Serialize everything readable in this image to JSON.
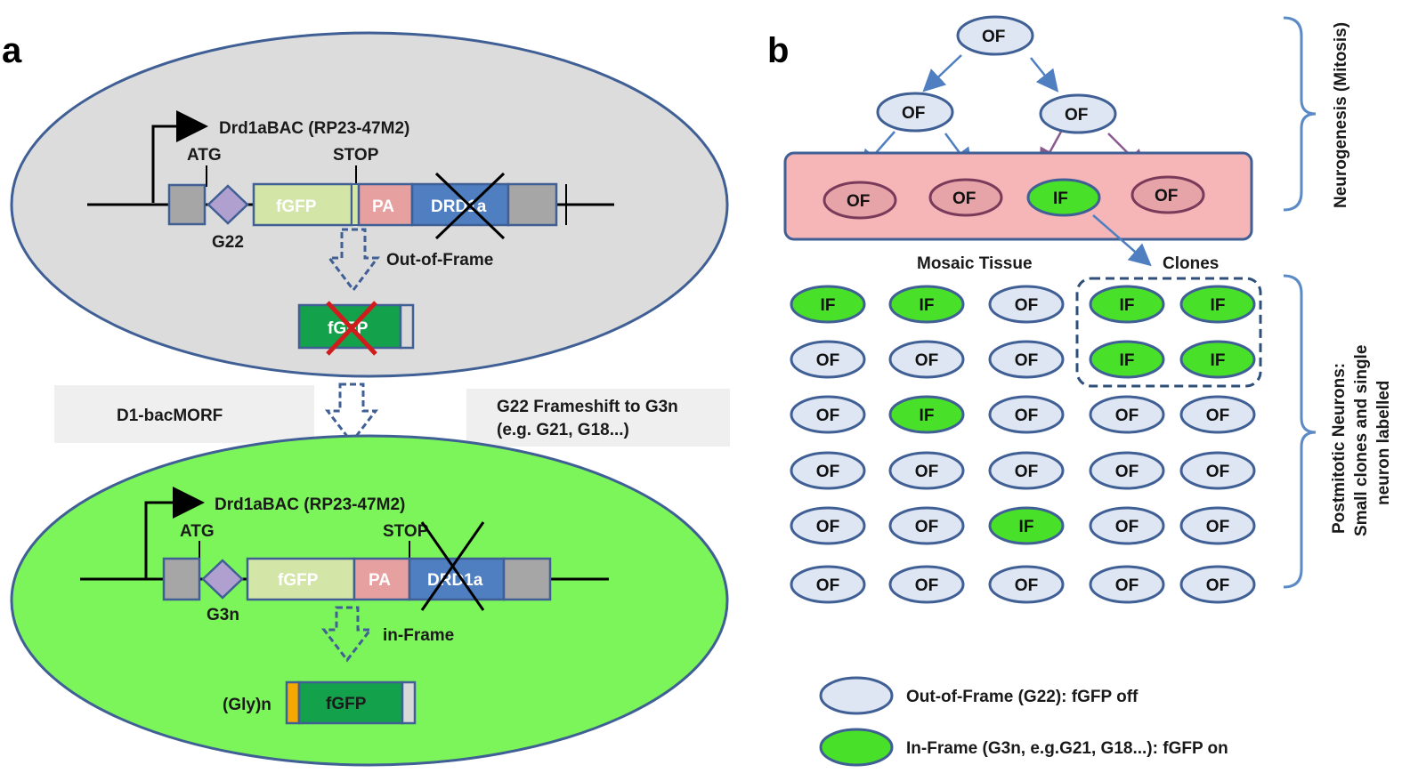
{
  "panel_a": {
    "label": "a",
    "top_cell": {
      "promoter_label": "Drd1aBAC (RP23-47M2)",
      "atg": "ATG",
      "stop": "STOP",
      "repeat": "G22",
      "fgfp": "fGFP",
      "pa": "PA",
      "drd1a": "DRD1a",
      "note": "Out-of-Frame",
      "product": "fGFP"
    },
    "middle": {
      "left_label": "D1-bacMORF",
      "right_label_line1": "G22 Frameshift to G3n",
      "right_label_line2": "(e.g. G21, G18...)"
    },
    "bottom_cell": {
      "promoter_label": "Drd1aBAC (RP23-47M2)",
      "atg": "ATG",
      "stop": "STOP",
      "repeat": "G3n",
      "fgfp": "fGFP",
      "pa": "PA",
      "drd1a": "DRD1a",
      "note": "in-Frame",
      "product_prefix": "(Gly)n",
      "product": "fGFP"
    }
  },
  "panel_b": {
    "label": "b",
    "tree": {
      "root": "OF",
      "level1": [
        "OF",
        "OF"
      ],
      "level2": [
        "OF",
        "OF",
        "IF",
        "OF"
      ]
    },
    "mosaic_label": "Mosaic Tissue",
    "clones_label": "Clones",
    "grid": [
      [
        "IF",
        "IF",
        "OF",
        "IF",
        "IF"
      ],
      [
        "OF",
        "OF",
        "OF",
        "IF",
        "IF"
      ],
      [
        "OF",
        "IF",
        "OF",
        "OF",
        "OF"
      ],
      [
        "OF",
        "OF",
        "OF",
        "OF",
        "OF"
      ],
      [
        "OF",
        "OF",
        "IF",
        "OF",
        "OF"
      ],
      [
        "OF",
        "OF",
        "OF",
        "OF",
        "OF"
      ]
    ],
    "bracket_top_label": "Neurogenesis (Mitosis)",
    "bracket_bottom_lines": [
      "Postmitotic Neurons:",
      "Small clones and single",
      "neuron labelled"
    ],
    "legend": [
      {
        "label": "Out-of-Frame (G22): fGFP off",
        "type": "OF"
      },
      {
        "label": "In-Frame (G3n, e.g.G21, G18...): fGFP on",
        "type": "IF"
      }
    ]
  },
  "colors": {
    "top_cell_fill": "#dcdcdc",
    "bottom_cell_fill": "#7cf55a",
    "cell_border": "#3f5f95",
    "fgfp_light": "#d4e5a8",
    "fgfp_dark": "#14a14b",
    "pa": "#e6a0a0",
    "drd1a": "#4f7fc1",
    "grey_box": "#a6a6a6",
    "repeat": "#b0a0cf",
    "of_fill": "#dde6f2",
    "if_fill": "#49e02a",
    "pink_box": "#f6b6b8",
    "node_in_pink": "#e6a3a8",
    "arrow_blue": "#4f7fc1",
    "arrow_purple": "#8a5a8f",
    "gly": "#f5a800",
    "bracket": "#5b8ac5"
  }
}
